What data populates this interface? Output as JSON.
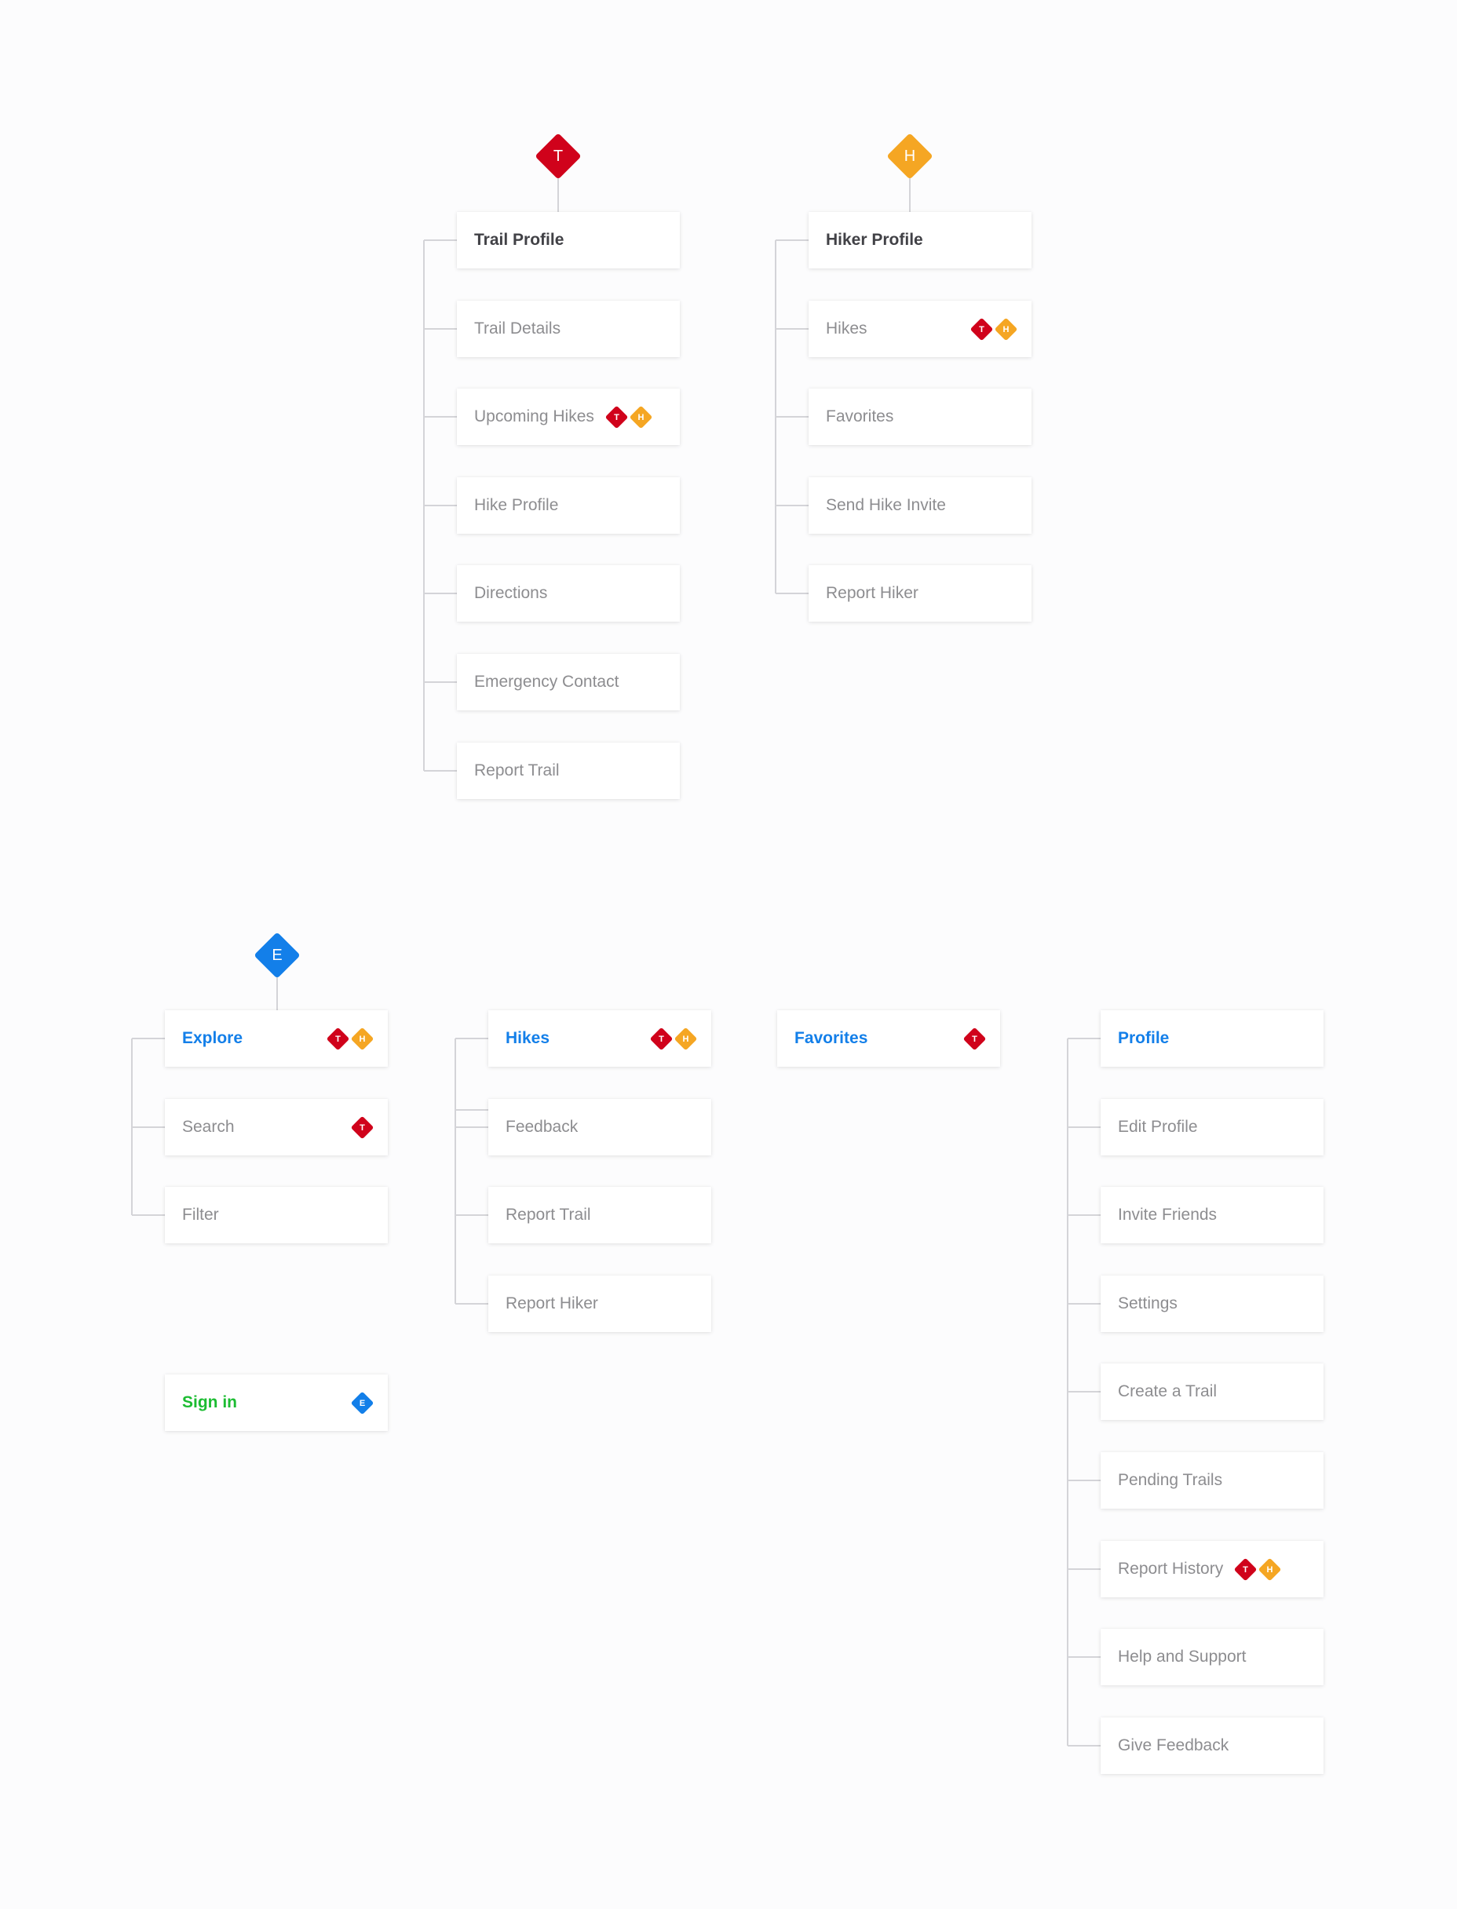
{
  "colors": {
    "trail": "#d0021b",
    "hiker": "#f5a623",
    "explore": "#137fe9",
    "sign_in": "#1cbc32",
    "connector": "#d4d4d8"
  },
  "markers": {
    "trail": "T",
    "hiker": "H",
    "explore": "E"
  },
  "trail_tree": {
    "root": {
      "label": "Trail Profile"
    },
    "children": [
      {
        "label": "Trail Details",
        "badges": []
      },
      {
        "label": "Upcoming Hikes",
        "badges": [
          "T",
          "H"
        ]
      },
      {
        "label": "Hike Profile",
        "badges": []
      },
      {
        "label": "Directions",
        "badges": []
      },
      {
        "label": "Emergency Contact",
        "badges": []
      },
      {
        "label": "Report Trail",
        "badges": []
      }
    ]
  },
  "hiker_tree": {
    "root": {
      "label": "Hiker Profile"
    },
    "children": [
      {
        "label": "Hikes",
        "badges": [
          "T",
          "H"
        ]
      },
      {
        "label": "Favorites",
        "badges": []
      },
      {
        "label": "Send Hike Invite",
        "badges": []
      },
      {
        "label": "Report Hiker",
        "badges": []
      }
    ]
  },
  "explore_tree": {
    "root": {
      "label": "Explore",
      "badges": [
        "T",
        "H"
      ]
    },
    "children": [
      {
        "label": "Search",
        "badges": [
          "T"
        ]
      },
      {
        "label": "Filter",
        "badges": []
      }
    ]
  },
  "hikes_tree": {
    "root": {
      "label": "Hikes",
      "badges": [
        "T",
        "H"
      ]
    },
    "children": [
      {
        "label": "Feedback",
        "badges": []
      },
      {
        "label": "Report Trail",
        "badges": []
      },
      {
        "label": "Report Hiker",
        "badges": []
      }
    ]
  },
  "favorites_tree": {
    "root": {
      "label": "Favorites",
      "badges": [
        "T"
      ]
    }
  },
  "profile_tree": {
    "root": {
      "label": "Profile",
      "badges": []
    },
    "children": [
      {
        "label": "Edit Profile",
        "badges": []
      },
      {
        "label": "Invite Friends",
        "badges": []
      },
      {
        "label": "Settings",
        "badges": []
      },
      {
        "label": "Create a Trail",
        "badges": []
      },
      {
        "label": "Pending Trails",
        "badges": []
      },
      {
        "label": "Report History",
        "badges": [
          "T",
          "H"
        ]
      },
      {
        "label": "Help and Support",
        "badges": []
      },
      {
        "label": "Give Feedback",
        "badges": []
      }
    ]
  },
  "sign_in": {
    "label": "Sign in",
    "badges": [
      "E"
    ]
  }
}
